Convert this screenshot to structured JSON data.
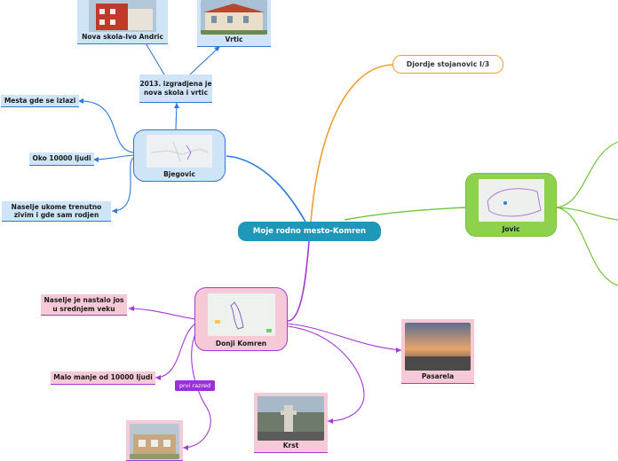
{
  "center": {
    "label": "Moje rodno mesto-Komren"
  },
  "topics": {
    "bjegovic": {
      "label": "Bjegovic"
    },
    "jovic": {
      "label": "Jovic"
    },
    "donji_komren": {
      "label": "Donji Komren"
    },
    "djordje": {
      "label": "Djordje stojanovic I/3"
    }
  },
  "bjegovic_children": {
    "izgradnja": "2013. izgradjena je nova skola i vrtic",
    "mesta": "Mesta gde se izlazi",
    "oko": "Oko 10000 ljudi",
    "naselje": "Naselje ukome trenutno zivim i gde sam rodjen",
    "nova_skola": "Nova skola-Ivo Andric",
    "vrtic": "Vrtic"
  },
  "komren_children": {
    "nastalo": "Naselje je nastalo jos u srednjem veku",
    "malo": "Malo manje od 10000 ljudi",
    "relationship": "prvi razred",
    "pasarela": "Pasarela",
    "krst": "Krst"
  },
  "colors": {
    "center": "#1e97b8",
    "blue_branch": "#2e78d6",
    "green_branch": "#72c23c",
    "purple_branch": "#a43ad3",
    "orange_branch": "#f0a030"
  }
}
